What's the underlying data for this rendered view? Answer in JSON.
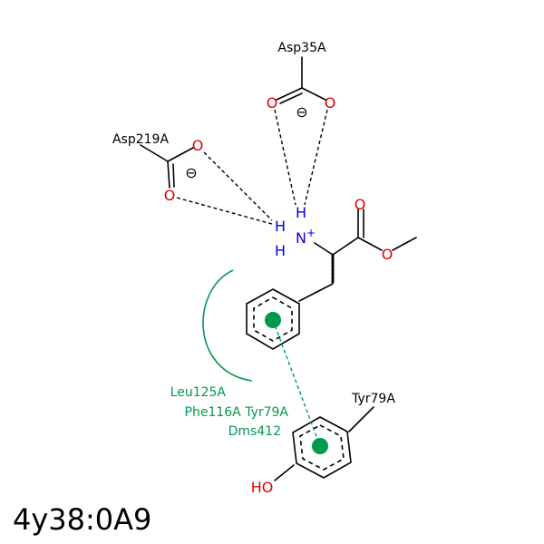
{
  "residues": {
    "asp35": "Asp35A",
    "asp219": "Asp219A",
    "tyr79_top": "Tyr79A"
  },
  "hydrophobic": {
    "leu125": "Leu125A",
    "phe116_tyr79": "Phe116A Tyr79A",
    "dms412": "Dms412"
  },
  "atoms": {
    "oxygen": "O",
    "hydrogen": "H",
    "nitrogen": "N",
    "plus": "+",
    "hydroxyl": "HO",
    "minus": "⊖"
  },
  "caption": "4y38:0A9",
  "colors": {
    "oxygen": "#e00000",
    "nitrogen": "#0000e0",
    "hydrophobic": "#009a4e",
    "bond": "#000000"
  }
}
